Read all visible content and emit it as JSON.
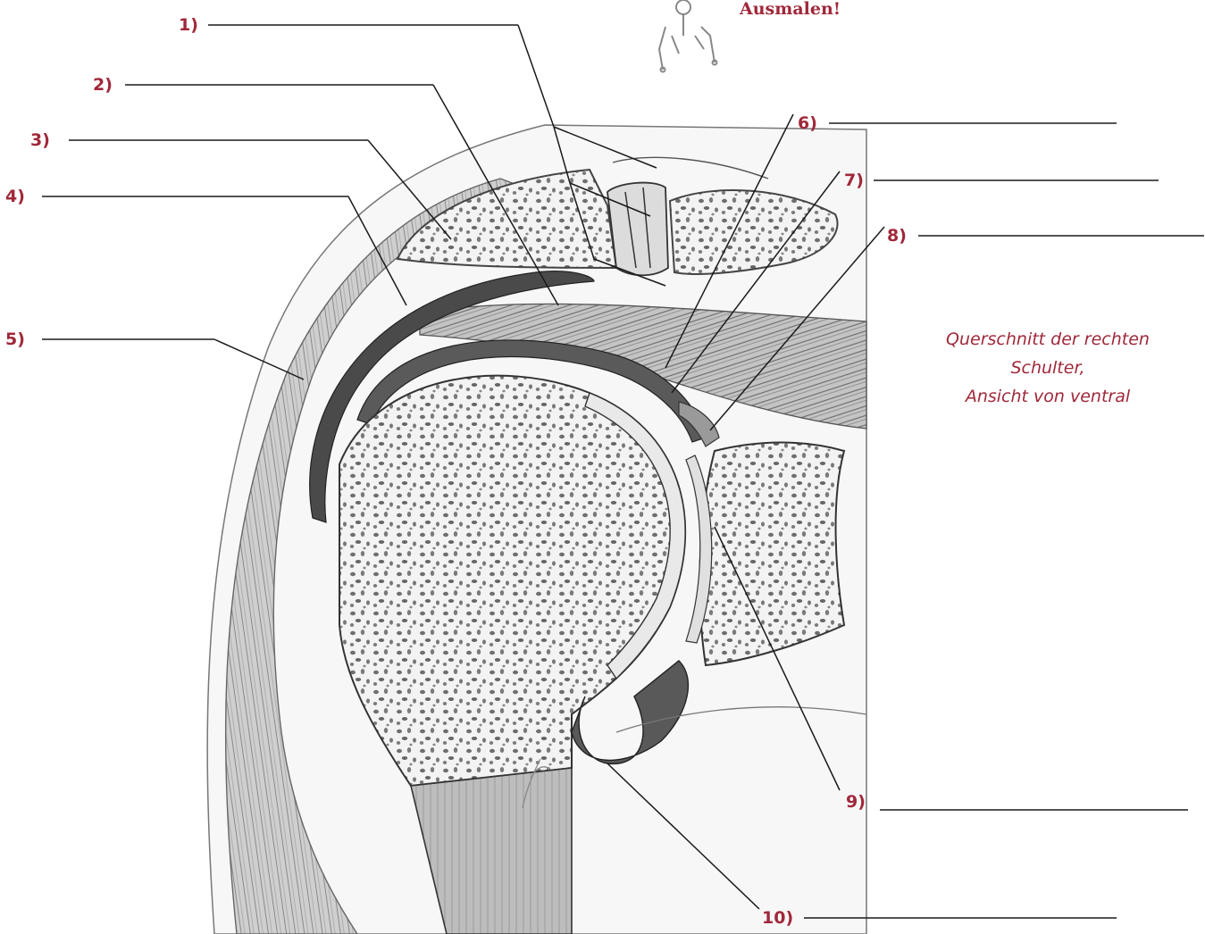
{
  "badge": {
    "text": "Ausmalen!"
  },
  "caption": {
    "line1": "Querschnitt der rechten",
    "line2": "Schulter,",
    "line3": "Ansicht von ventral"
  },
  "labels": [
    {
      "num": "1)"
    },
    {
      "num": "2)"
    },
    {
      "num": "3)"
    },
    {
      "num": "4)"
    },
    {
      "num": "5)"
    },
    {
      "num": "6)"
    },
    {
      "num": "7)"
    },
    {
      "num": "8)"
    },
    {
      "num": "9)"
    },
    {
      "num": "10)"
    }
  ],
  "colors": {
    "accent": "#a0283a",
    "line": "#1a1a1a",
    "tissue": "#cfcfcf",
    "dark_tissue": "#555555"
  }
}
